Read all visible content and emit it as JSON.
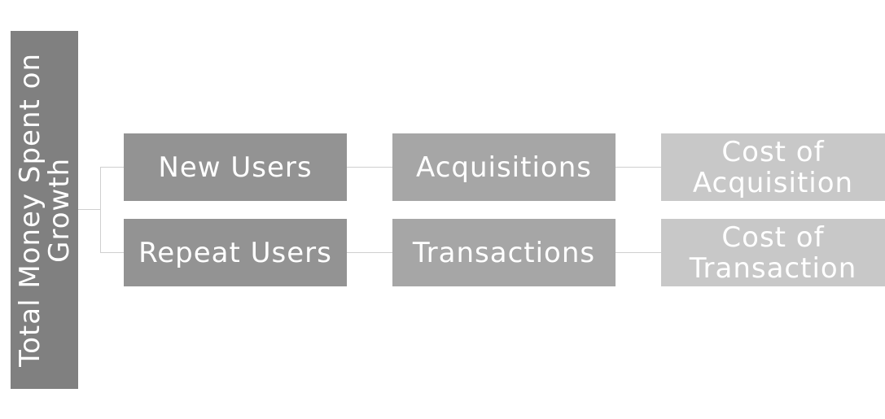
{
  "root": {
    "line1": "Total Money Spent on",
    "line2": "Growth"
  },
  "rows": [
    {
      "segment": "New Users",
      "metric": "Acquisitions",
      "cost": "Cost of Acquisition"
    },
    {
      "segment": "Repeat Users",
      "metric": "Transactions",
      "cost": "Cost of Transaction"
    }
  ],
  "colors": {
    "root": "#808080",
    "level1": "#939393",
    "level2": "#a6a6a6",
    "level3": "#c8c8c8",
    "connector": "#cfcfcf"
  }
}
